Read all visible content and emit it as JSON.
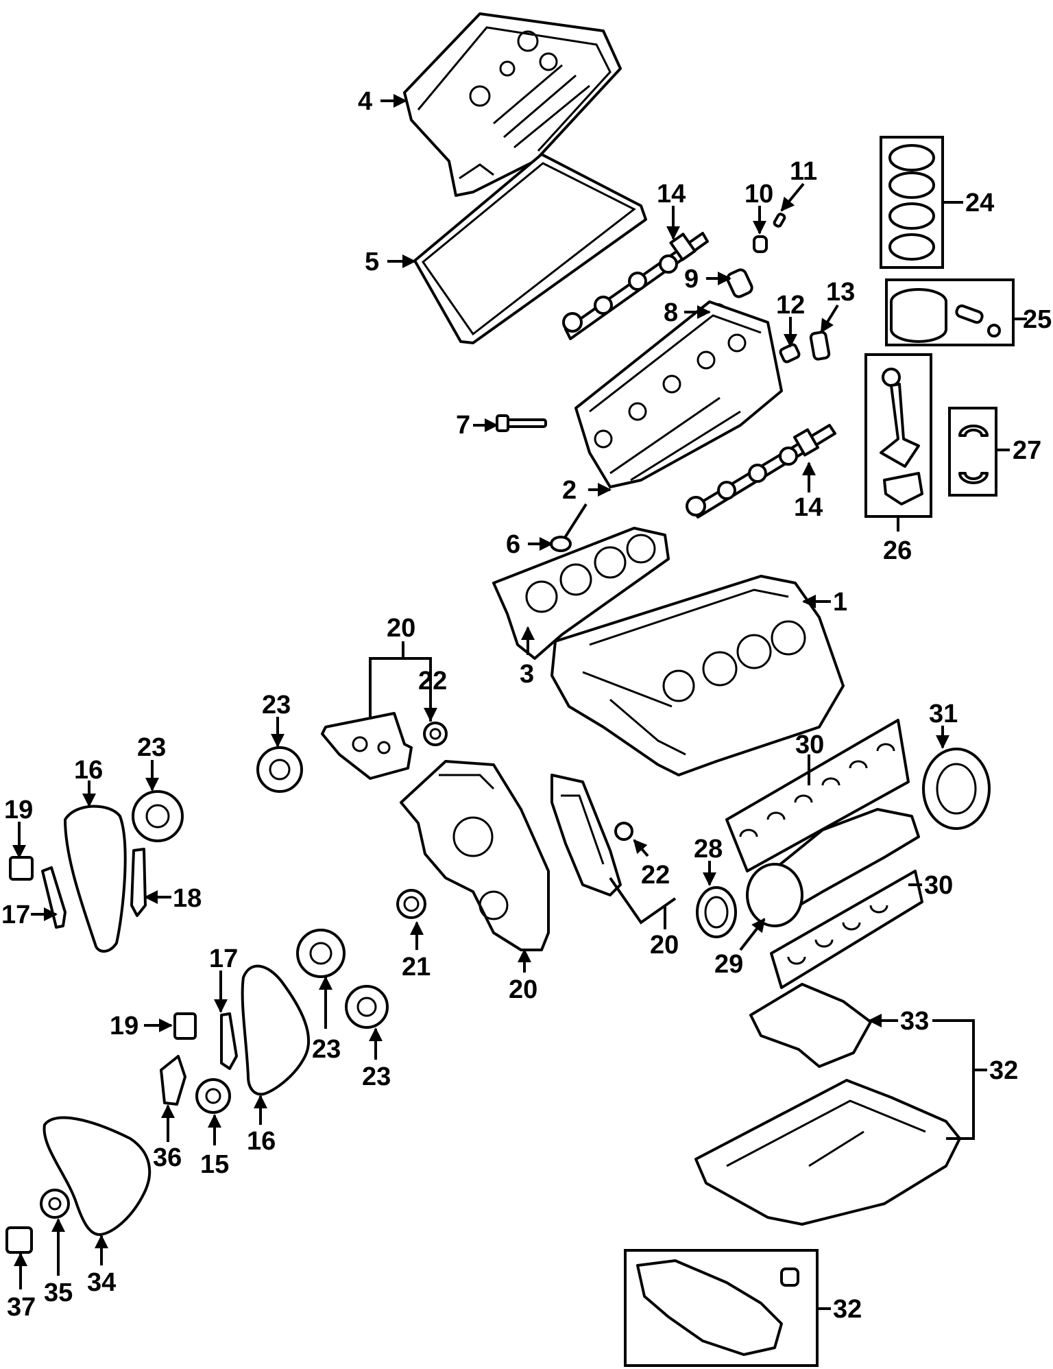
{
  "callouts": [
    {
      "id": "c1",
      "label": "1"
    },
    {
      "id": "c2",
      "label": "2"
    },
    {
      "id": "c3",
      "label": "3"
    },
    {
      "id": "c4",
      "label": "4"
    },
    {
      "id": "c5",
      "label": "5"
    },
    {
      "id": "c6",
      "label": "6"
    },
    {
      "id": "c7",
      "label": "7"
    },
    {
      "id": "c8",
      "label": "8"
    },
    {
      "id": "c9",
      "label": "9"
    },
    {
      "id": "c10",
      "label": "10"
    },
    {
      "id": "c11",
      "label": "11"
    },
    {
      "id": "c12",
      "label": "12"
    },
    {
      "id": "c13",
      "label": "13"
    },
    {
      "id": "c14a",
      "label": "14"
    },
    {
      "id": "c14b",
      "label": "14"
    },
    {
      "id": "c15",
      "label": "15"
    },
    {
      "id": "c16a",
      "label": "16"
    },
    {
      "id": "c16b",
      "label": "16"
    },
    {
      "id": "c17a",
      "label": "17"
    },
    {
      "id": "c17b",
      "label": "17"
    },
    {
      "id": "c18",
      "label": "18"
    },
    {
      "id": "c19a",
      "label": "19"
    },
    {
      "id": "c19b",
      "label": "19"
    },
    {
      "id": "c20a",
      "label": "20"
    },
    {
      "id": "c20b",
      "label": "20"
    },
    {
      "id": "c20c",
      "label": "20"
    },
    {
      "id": "c21",
      "label": "21"
    },
    {
      "id": "c22a",
      "label": "22"
    },
    {
      "id": "c22b",
      "label": "22"
    },
    {
      "id": "c23a",
      "label": "23"
    },
    {
      "id": "c23b",
      "label": "23"
    },
    {
      "id": "c23c",
      "label": "23"
    },
    {
      "id": "c23d",
      "label": "23"
    },
    {
      "id": "c24",
      "label": "24"
    },
    {
      "id": "c25",
      "label": "25"
    },
    {
      "id": "c26",
      "label": "26"
    },
    {
      "id": "c27",
      "label": "27"
    },
    {
      "id": "c28",
      "label": "28"
    },
    {
      "id": "c29",
      "label": "29"
    },
    {
      "id": "c30a",
      "label": "30"
    },
    {
      "id": "c30b",
      "label": "30"
    },
    {
      "id": "c31",
      "label": "31"
    },
    {
      "id": "c32a",
      "label": "32"
    },
    {
      "id": "c32b",
      "label": "32"
    },
    {
      "id": "c33",
      "label": "33"
    },
    {
      "id": "c34",
      "label": "34"
    },
    {
      "id": "c35",
      "label": "35"
    },
    {
      "id": "c36",
      "label": "36"
    },
    {
      "id": "c37",
      "label": "37"
    }
  ]
}
